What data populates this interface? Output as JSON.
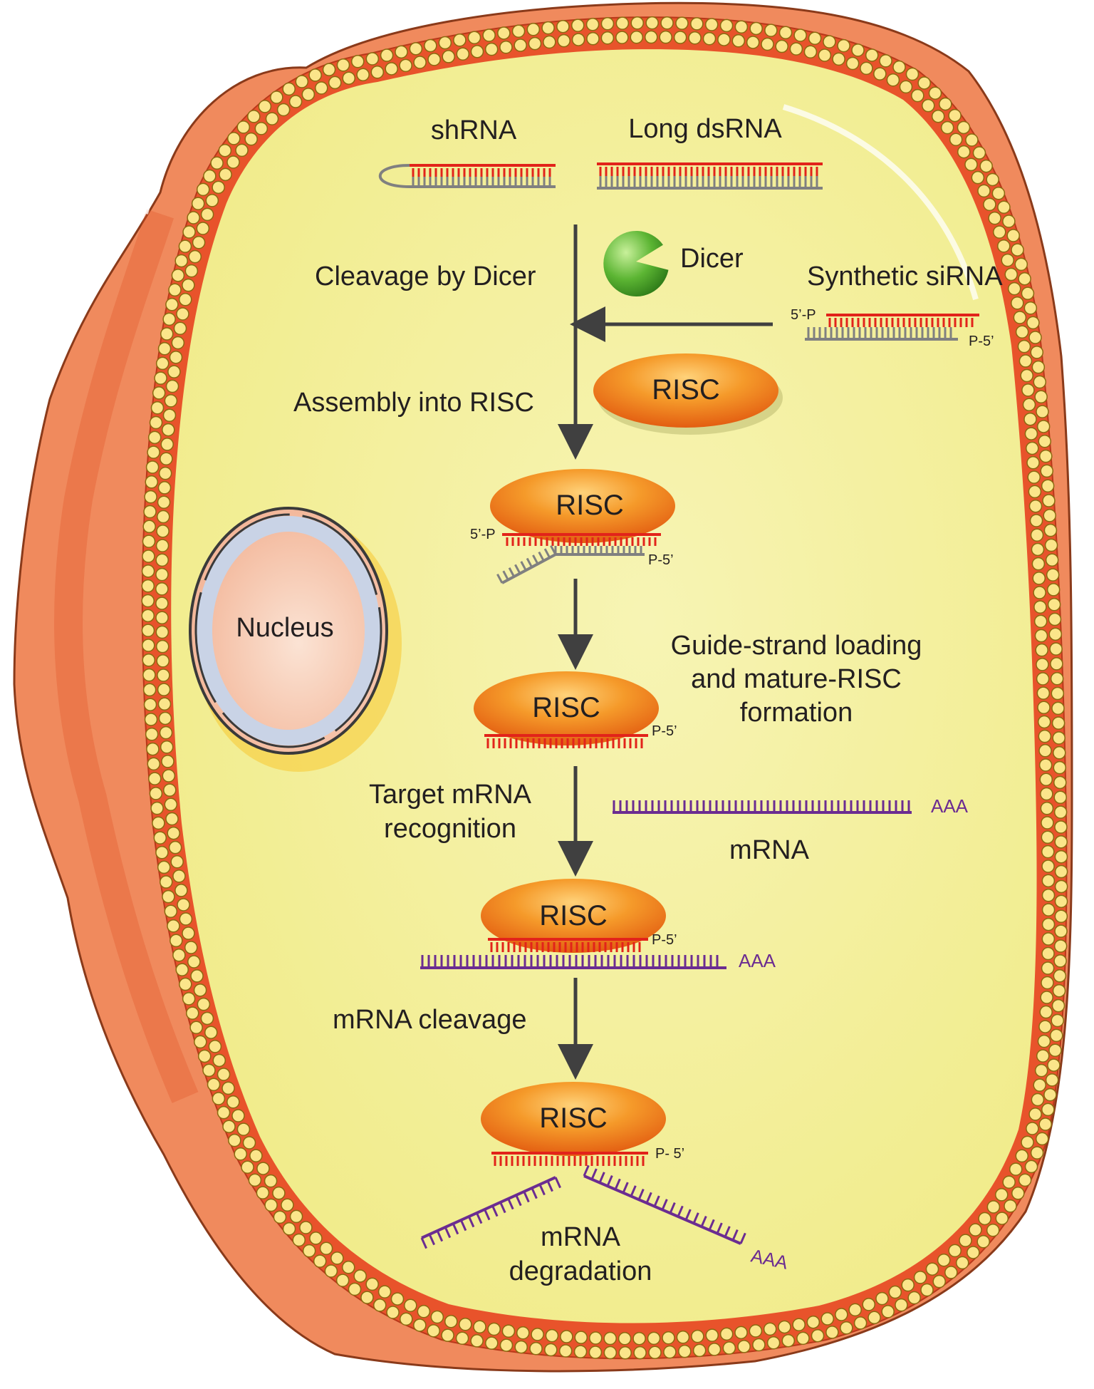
{
  "labels": {
    "shrna": "shRNA",
    "long_dsrna": "Long dsRNA",
    "dicer": "Dicer",
    "cleavage_by_dicer": "Cleavage by Dicer",
    "synthetic_sirna": "Synthetic siRNA",
    "assembly_into_risc": "Assembly into RISC",
    "nucleus": "Nucleus",
    "guide_strand_1": "Guide-strand loading",
    "guide_strand_2": "and mature-RISC",
    "guide_strand_3": "formation",
    "target_1": "Target mRNA",
    "target_2": "recognition",
    "mrna": "mRNA",
    "mrna_cleavage": "mRNA  cleavage",
    "degradation_1": "mRNA",
    "degradation_2": "degradation"
  },
  "risc_label": "RISC",
  "ends": {
    "five_p": "5’-P",
    "p_five": "P-5’",
    "p_five_spaced": "P- 5’",
    "poly_a": "AAA"
  },
  "colors": {
    "cytoplasm": "#f5f2a8",
    "membrane": "#e8532b",
    "outer_cell": "#f08a5d",
    "guide_strand": "#e2231a",
    "passenger_strand": "#808080",
    "mrna": "#6b2c91",
    "risc": "#f08a1e",
    "dicer": "#5cb533",
    "arrow": "#404040"
  },
  "icons": [
    "dicer-icon",
    "risc-icon",
    "nucleus-icon",
    "arrow-icon"
  ]
}
